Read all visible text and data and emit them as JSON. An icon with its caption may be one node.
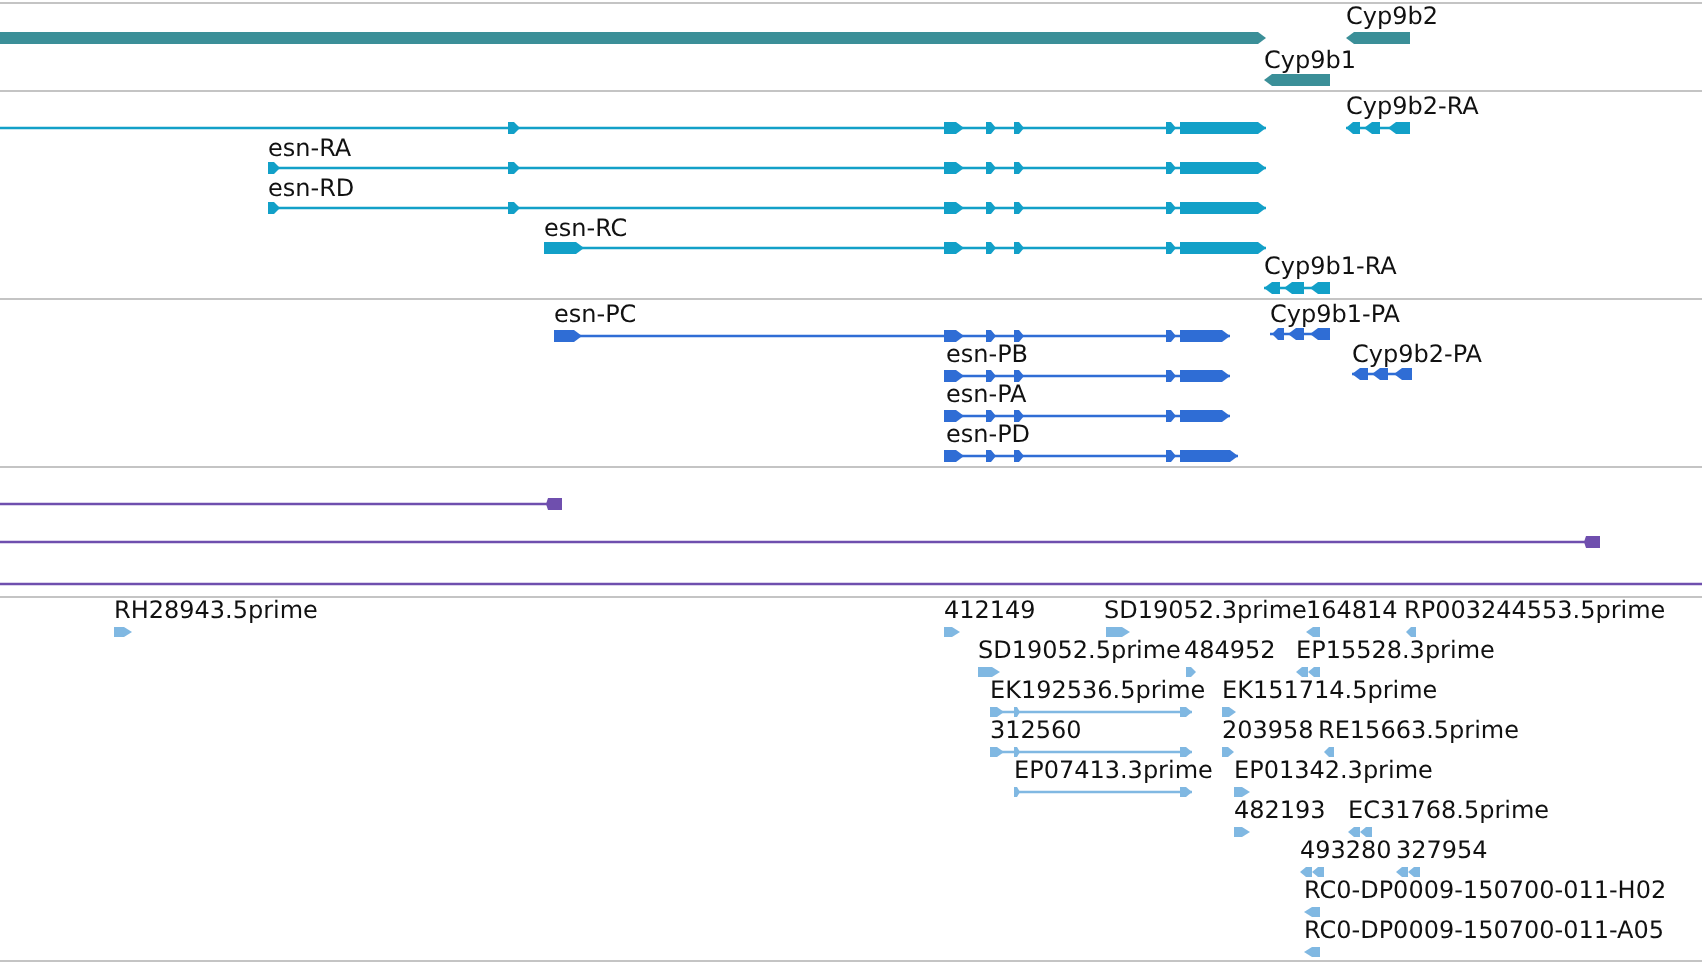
{
  "diagram": {
    "labels": [
      "Cyp9b2",
      "Cyp9b1",
      "Cyp9b2-RA",
      "esn-RA",
      "esn-RD",
      "esn-RC",
      "Cyp9b1-RA",
      "esn-PC",
      "Cyp9b1-PA",
      "esn-PB",
      "Cyp9b2-PA",
      "esn-PA",
      "esn-PD",
      "RH28943.5prime",
      "412149",
      "SD19052.3prime",
      "164814",
      "RP003244553.5prime",
      "SD19052.5prime",
      "484952",
      "EP15528.3prime",
      "EK192536.5prime",
      "EK151714.5prime",
      "312560",
      "203958",
      "RE15663.5prime",
      "EP07413.3prime",
      "EP01342.3prime",
      "482193",
      "EC31768.5prime",
      "493280",
      "327954",
      "RC0-DP0009-150700-011-H02",
      "RC0-DP0009-150700-011-A05"
    ]
  }
}
